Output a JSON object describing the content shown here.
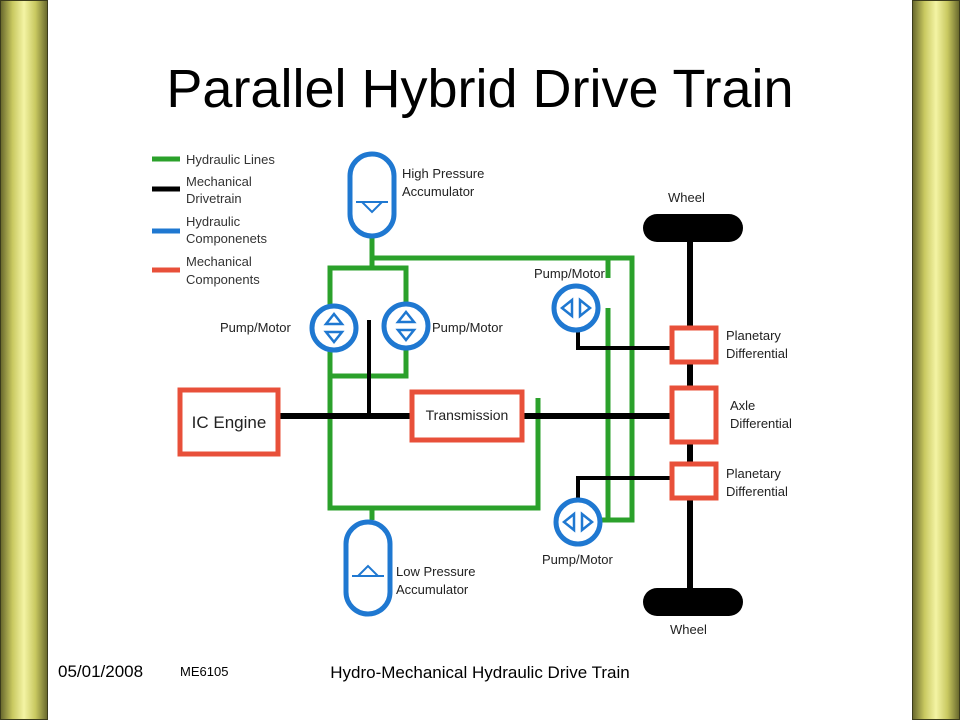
{
  "slide": {
    "title": "Parallel Hybrid Drive Train",
    "footer_date": "05/01/2008",
    "footer_course": "ME6105",
    "footer_title": "Hydro-Mechanical Hydraulic Drive Train"
  },
  "colors": {
    "hydraulic_lines": "#2ba12b",
    "mechanical_drivetrain": "#000000",
    "hydraulic_components": "#1f78d1",
    "mechanical_components": "#e8503a",
    "side_bar": "#e8e890"
  },
  "legend": [
    {
      "line1": "Hydraulic Lines",
      "line2": ""
    },
    {
      "line1": "Mechanical",
      "line2": "Drivetrain"
    },
    {
      "line1": "Hydraulic",
      "line2": "Componenets"
    },
    {
      "line1": "Mechanical",
      "line2": "Components"
    }
  ],
  "labels": {
    "hp_acc_1": "High Pressure",
    "hp_acc_2": "Accumulator",
    "lp_acc_1": "Low Pressure",
    "lp_acc_2": "Accumulator",
    "pm_left": "Pump/Motor",
    "pm_right": "Pump/Motor",
    "pm_top": "Pump/Motor",
    "pm_bottom": "Pump/Motor",
    "ic_engine": "IC Engine",
    "transmission": "Transmission",
    "wheel_top": "Wheel",
    "wheel_bottom": "Wheel",
    "planetary_top_1": "Planetary",
    "planetary_top_2": "Differential",
    "axle_1": "Axle",
    "axle_2": "Differential",
    "planetary_bottom_1": "Planetary",
    "planetary_bottom_2": "Differential"
  }
}
